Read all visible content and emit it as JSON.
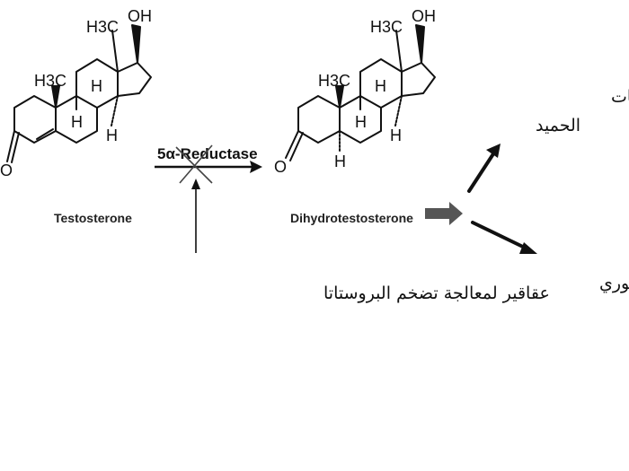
{
  "molecules": {
    "substrate": {
      "name": "Testosterone",
      "atoms": {
        "methyl_top": "H3C",
        "hydroxyl": "OH",
        "methyl_left": "H3C",
        "ketone_o": "O",
        "h_labels": [
          "H",
          "H",
          "H"
        ]
      }
    },
    "product": {
      "name": "Dihydrotestosterone",
      "atoms": {
        "methyl_top": "H3C",
        "hydroxyl": "OH",
        "methyl_left": "H3C",
        "ketone_o": "O",
        "h_labels": [
          "H",
          "H",
          "H",
          "H"
        ]
      }
    }
  },
  "enzyme": {
    "prefix": "5",
    "alpha": "α",
    "suffix": "-Reductase",
    "status": "inhibited (crossed out)"
  },
  "inhibitor_label": "عقاقير لمعالجة تضخم البروستاتا",
  "outcomes": {
    "bph_line1": "تضخم البروستات",
    "bph_line2": "الحميد",
    "baldness": "الصلع الذكوري"
  },
  "colors": {
    "ink": "#111111",
    "big_arrow": "#555555",
    "background": "#ffffff"
  }
}
